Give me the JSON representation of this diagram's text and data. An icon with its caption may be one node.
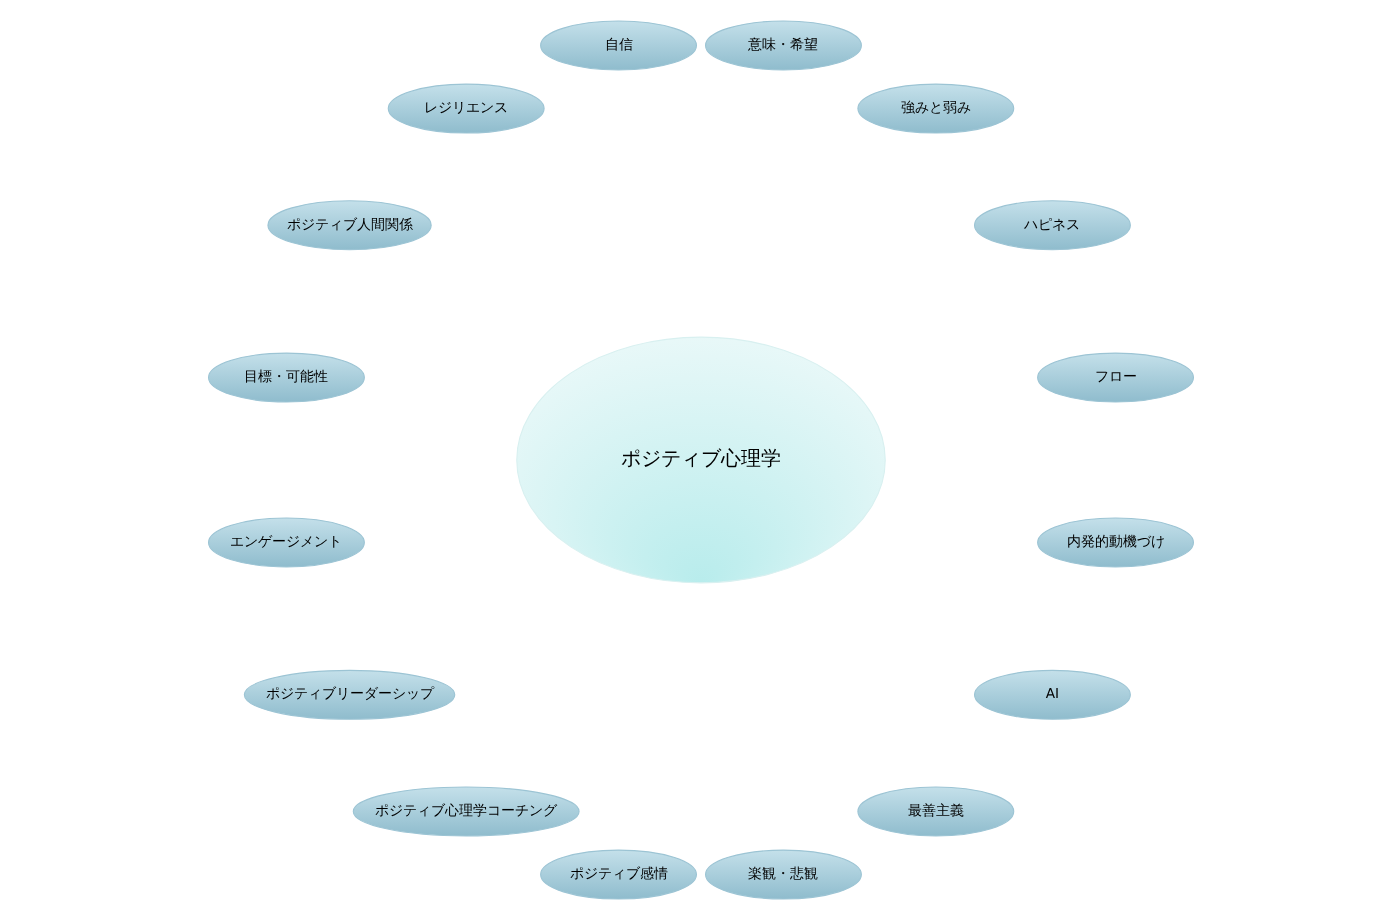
{
  "diagram": {
    "nodes": [
      {
        "text": [
          "ポジティブ心理学"
        ]
      },
      {
        "text": [
          "フロー"
        ]
      },
      {
        "text": [
          "ハピネス"
        ]
      },
      {
        "text": [
          "強みと弱み"
        ]
      },
      {
        "text": [
          "意味・希望"
        ]
      },
      {
        "text": [
          "自信"
        ]
      },
      {
        "text": [
          "レジリエンス"
        ]
      },
      {
        "text": [
          "ポジティブ人間関係"
        ]
      },
      {
        "text": [
          "目標・可能性"
        ]
      },
      {
        "text": [
          "エンゲージメント"
        ]
      },
      {
        "text": [
          "ポジティブリーダーシップ"
        ]
      },
      {
        "text": [
          "ポジティブ心理学コーチング"
        ]
      },
      {
        "text": [
          "ポジティブ感情"
        ]
      },
      {
        "text": [
          "楽観・悲観"
        ]
      },
      {
        "text": [
          "最善主義"
        ]
      },
      {
        "text": [
          "AI"
        ]
      },
      {
        "text": [
          "内発的動機づけ"
        ]
      }
    ]
  }
}
